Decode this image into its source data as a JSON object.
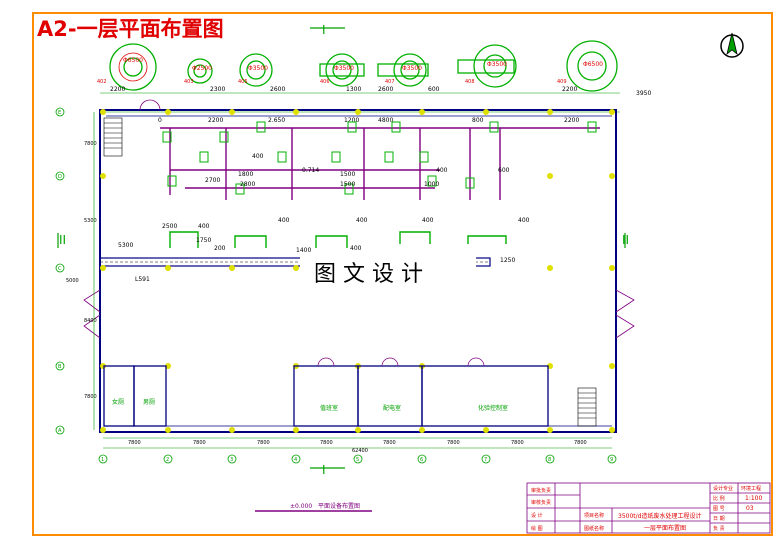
{
  "sheet_title": "A2-一层平面布置图",
  "watermark": "图 文 设 计",
  "north_arrow": "north-arrow-icon",
  "colors": {
    "title": "#e00000",
    "wall": "#000080",
    "dim": "#00a000",
    "equip": "#00b000",
    "column": "#e0e000",
    "pipe": "#800080",
    "tag": "#e00000",
    "frame": "#ff8c00"
  },
  "tank_diameters": [
    "Φ6500",
    "Φ2500",
    "Φ3500",
    "Φ3500",
    "Φ3500",
    "Φ3500",
    "Φ6500"
  ],
  "tank_tags": [
    "402",
    "403",
    "405",
    "406",
    "407",
    "408",
    "409"
  ],
  "top_dims": [
    "2200",
    "2300",
    "2600",
    "1300",
    "2600",
    "600",
    "2200",
    "3950"
  ],
  "row2_dims": [
    "0",
    "2200",
    "2.650",
    "1200",
    "4800",
    "800",
    "2200"
  ],
  "mid_dims": [
    "400",
    "2700",
    "1800",
    "2800",
    "0.714",
    "1500",
    "1500",
    "1000",
    "600",
    "400"
  ],
  "low_dims": [
    "2500",
    "400",
    "200",
    "400",
    "400",
    "400",
    "400",
    "400",
    "1400",
    "1750",
    "5300",
    "L591",
    "1250"
  ],
  "side_dims": [
    "7800",
    "5300",
    "5000",
    "8400",
    "7800"
  ],
  "bottom_dims": [
    "7800",
    "7800",
    "7800",
    "7800",
    "7800",
    "7800",
    "7800",
    "7800"
  ],
  "total_length": "62400",
  "grid_rows": [
    "E",
    "D",
    "C",
    "B",
    "A"
  ],
  "grid_cols": [
    "1",
    "2",
    "3",
    "4",
    "5",
    "6",
    "7",
    "8",
    "9"
  ],
  "section_marks": [
    "I",
    "II",
    "I",
    "II"
  ],
  "room_labels": [
    "女厕",
    "男厕",
    "值班室",
    "配电室",
    "化验控制室"
  ],
  "scale_note": "±0.000",
  "subtitle": "平面设备布置图",
  "title_block": {
    "left_rows": [
      "审批负责",
      "审核负责",
      "设 计",
      "绘 图"
    ],
    "project_label": "项目名称",
    "drawing_label": "图纸名称",
    "project_name": "3500t/d造纸废水处理工程设计",
    "drawing_name": "一层平面布置图",
    "right_labels": [
      "设计专业",
      "比 例",
      "图 号",
      "日 期",
      "负 责"
    ],
    "right_values": [
      "环境工程",
      "1:100",
      "03",
      "",
      ""
    ]
  }
}
